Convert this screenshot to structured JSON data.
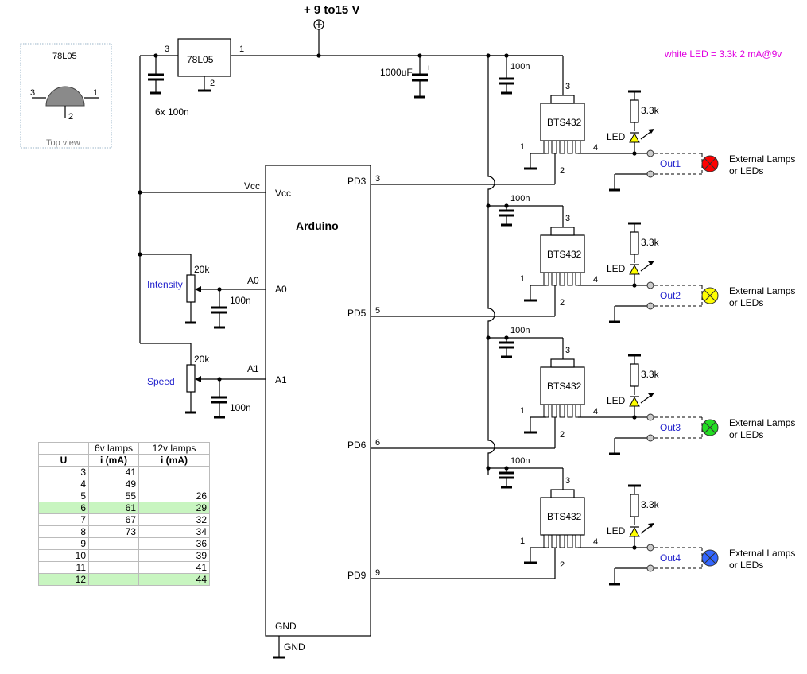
{
  "supply": {
    "label": "+ 9 to15 V",
    "ground_label": "GND"
  },
  "regulator": {
    "name": "78L05",
    "pins": [
      "3",
      "1",
      "2"
    ],
    "decoupling_caps": "6x 100n",
    "pinout": {
      "title": "78L05",
      "pins": [
        "3",
        "1",
        "2"
      ],
      "caption": "Top view"
    }
  },
  "bulk_cap": {
    "value": "1000uF",
    "polarity": "+"
  },
  "note": {
    "text": "white LED = 3.3k 2 mA@9v",
    "color": "#e000e0"
  },
  "arduino": {
    "name": "Arduino",
    "vcc_pin": "Vcc",
    "vcc_net": "Vcc",
    "gnd_pin": "GND",
    "inputs": [
      {
        "pin": "A0",
        "net": "A0",
        "pot": "20k",
        "label": "Intensity",
        "cap": "100n"
      },
      {
        "pin": "A1",
        "net": "A1",
        "pot": "20k",
        "label": "Speed",
        "cap": "100n"
      }
    ]
  },
  "channels": [
    {
      "pd": "PD3",
      "pd_num": "3",
      "driver": "BTS432",
      "pins": [
        "3",
        "1",
        "2",
        "4"
      ],
      "cap": "100n",
      "resistor": "3.3k",
      "led": "LED",
      "out": "Out1",
      "lamp_color": "#ff0000",
      "external": [
        "External Lamps",
        "or LEDs"
      ]
    },
    {
      "pd": "PD5",
      "pd_num": "5",
      "driver": "BTS432",
      "pins": [
        "3",
        "1",
        "2",
        "4"
      ],
      "cap": "100n",
      "resistor": "3.3k",
      "led": "LED",
      "out": "Out2",
      "lamp_color": "#ffff00",
      "external": [
        "External Lamps",
        "or LEDs"
      ]
    },
    {
      "pd": "PD6",
      "pd_num": "6",
      "driver": "BTS432",
      "pins": [
        "3",
        "1",
        "2",
        "4"
      ],
      "cap": "100n",
      "resistor": "3.3k",
      "led": "LED",
      "out": "Out3",
      "lamp_color": "#22dd22",
      "external": [
        "External Lamps",
        "or LEDs"
      ]
    },
    {
      "pd": "PD9",
      "pd_num": "9",
      "driver": "BTS432",
      "pins": [
        "3",
        "1",
        "2",
        "4"
      ],
      "cap": "100n",
      "resistor": "3.3k",
      "led": "LED",
      "out": "Out4",
      "lamp_color": "#3366ff",
      "external": [
        "External Lamps",
        "or LEDs"
      ]
    }
  ],
  "current_table": {
    "headers": [
      "",
      "6v lamps",
      "12v lamps"
    ],
    "subheaders": [
      "U",
      "i (mA)",
      "i (mA)"
    ],
    "rows": [
      {
        "u": "3",
        "i6": "41",
        "i12": "",
        "highlight": false
      },
      {
        "u": "4",
        "i6": "49",
        "i12": "",
        "highlight": false
      },
      {
        "u": "5",
        "i6": "55",
        "i12": "26",
        "highlight": false
      },
      {
        "u": "6",
        "i6": "61",
        "i12": "29",
        "highlight": true
      },
      {
        "u": "7",
        "i6": "67",
        "i12": "32",
        "highlight": false
      },
      {
        "u": "8",
        "i6": "73",
        "i12": "34",
        "highlight": false
      },
      {
        "u": "9",
        "i6": "",
        "i12": "36",
        "highlight": false
      },
      {
        "u": "10",
        "i6": "",
        "i12": "39",
        "highlight": false
      },
      {
        "u": "11",
        "i6": "",
        "i12": "41",
        "highlight": false
      },
      {
        "u": "12",
        "i6": "",
        "i12": "44",
        "highlight": true
      }
    ]
  }
}
